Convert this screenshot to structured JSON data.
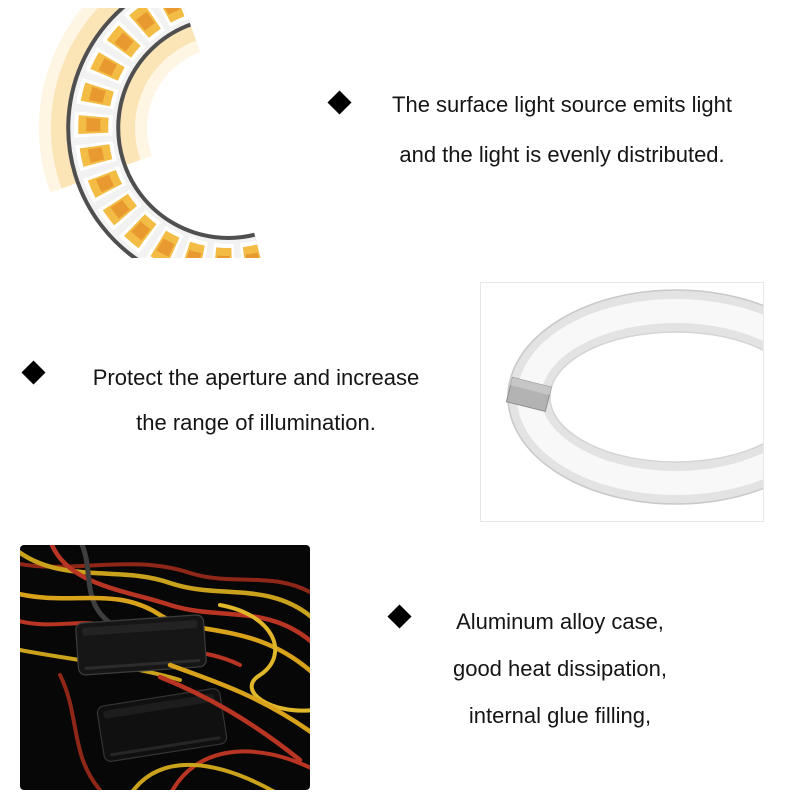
{
  "features": {
    "surface_light": {
      "lines": [
        "The surface light source emits light",
        "and the light is evenly distributed."
      ]
    },
    "aperture": {
      "lines": [
        "Protect the aperture and increase",
        "the range of illumination."
      ]
    },
    "aluminum": {
      "lines": [
        "Aluminum alloy case,",
        "good heat dissipation,",
        "internal glue filling,"
      ]
    }
  },
  "images": {
    "led_strip": {
      "alt": "Curved flexible LED strip with warm yellow SMD chips glowing"
    },
    "halo_ring": {
      "alt": "White diffuser halo ring with small gray opening, cropped at right"
    },
    "controllers": {
      "alt": "Two black controller boxes with red and yellow wires on black background"
    }
  },
  "colors": {
    "text": "#151515",
    "bullet": "#000000",
    "led_yellow": "#f3bc45",
    "led_orange": "#e89a30",
    "wire_red": "#b93523",
    "wire_yellow": "#d9a21b"
  }
}
